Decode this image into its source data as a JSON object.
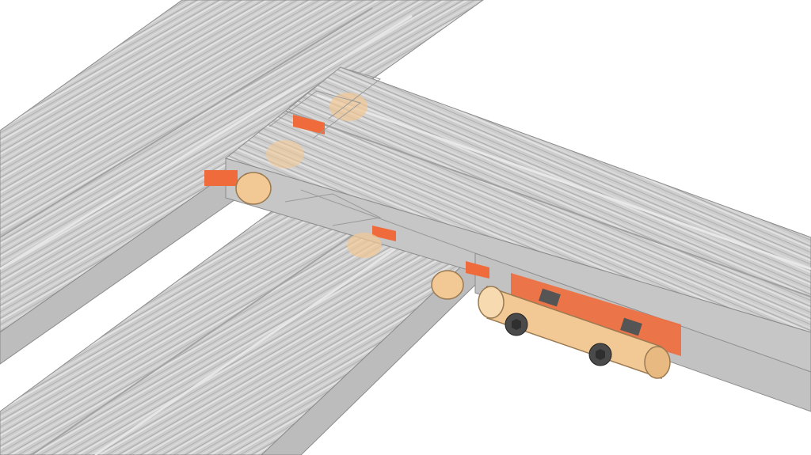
{
  "diagram": {
    "subject": "aluminium-extrusion-t-joint-assembly",
    "view": "isometric-transparent",
    "components": [
      {
        "name": "extrusion-profile",
        "count": 3,
        "color": "#cfcfcf"
      },
      {
        "name": "anchor-connector-body",
        "count": 5,
        "color": "#f2c994"
      },
      {
        "name": "t-slot-nut-plate",
        "count": 5,
        "color": "#ef6b3c"
      },
      {
        "name": "socket-head-set-screw",
        "count": 2,
        "color": "#4a4a4a"
      }
    ]
  },
  "colors": {
    "background": "#ffffff",
    "profile_fill": "#cfcfcf",
    "profile_shade": "#bdbdbd",
    "profile_light": "#e4e4e4",
    "profile_edge": "#8c8c8c",
    "connector": "#f2c994",
    "connector_edge": "#9a7a52",
    "nut": "#ef6b3c",
    "screw": "#4a4a4a"
  }
}
